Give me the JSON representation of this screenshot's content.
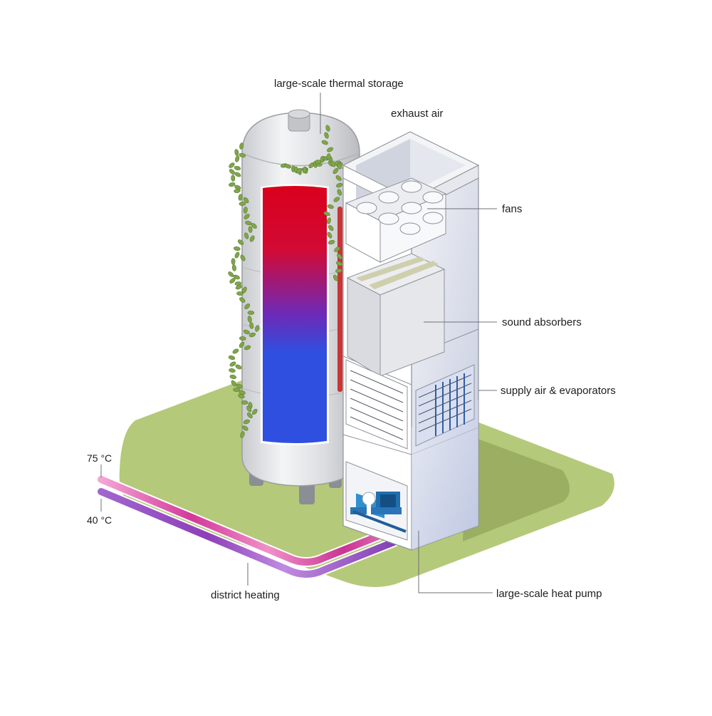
{
  "labels": {
    "thermal_storage": "large-scale thermal storage",
    "exhaust_air": "exhaust air",
    "fans": "fans",
    "sound_absorbers": "sound absorbers",
    "supply_air": "supply air & evaporators",
    "heat_pump": "large-scale heat pump",
    "district_heating": "district heating",
    "temp_supply": "75 °C",
    "temp_return": "40 °C"
  },
  "colors": {
    "ground": "#b5c97a",
    "ground_shadow": "#98ab5f",
    "tank_hot": "#d9001c",
    "tank_cold": "#2f4fe0",
    "pipe_supply": "#e070b8",
    "pipe_return": "#9a5cc8",
    "leaves": "#7fa64a"
  }
}
